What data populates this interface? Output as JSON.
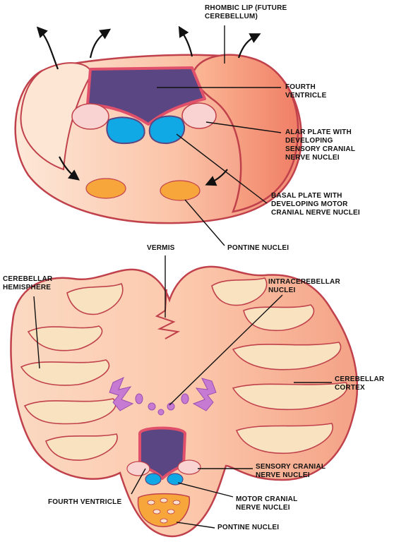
{
  "colors": {
    "tissue_light": "#fde2cf",
    "tissue_dark": "#f49a7e",
    "outline": "#c0414b",
    "ventricle": "#5a4682",
    "ventricle_rim": "#e0506a",
    "alar": "#f9d3d2",
    "basal": "#11a8e6",
    "pontine": "#f7a63c",
    "nuclei": "#c77ad2",
    "cortex_fold": "#f8e2c0",
    "leader": "#111111"
  },
  "top_diagram": {
    "labels": {
      "rhombic_lip": "RHOMBIC LIP (FUTURE\nCEREBELLUM)",
      "fourth_ventricle": "FOURTH\nVENTRICLE",
      "alar_plate": "ALAR PLATE WITH\nDEVELOPING\nSENSORY CRANIAL\nNERVE NUCLEI",
      "basal_plate": "BASAL PLATE WITH\nDEVELOPING MOTOR\nCRANIAL NERVE NUCLEI",
      "pontine_nuclei": "PONTINE NUCLEI"
    }
  },
  "bottom_diagram": {
    "labels": {
      "vermis": "VERMIS",
      "cerebellar_hemisphere": "CEREBELLAR\nHEMISPHERE",
      "intracerebellar_nuclei": "INTRACEREBELLAR\nNUCLEI",
      "cerebellar_cortex": "CEREBELLAR\nCORTEX",
      "sensory_nuclei": "SENSORY CRANIAL\nNERVE NUCLEI",
      "motor_nuclei": "MOTOR CRANIAL\nNERVE NUCLEI",
      "fourth_ventricle": "FOURTH VENTRICLE",
      "pontine_nuclei": "PONTINE NUCLEI"
    }
  }
}
